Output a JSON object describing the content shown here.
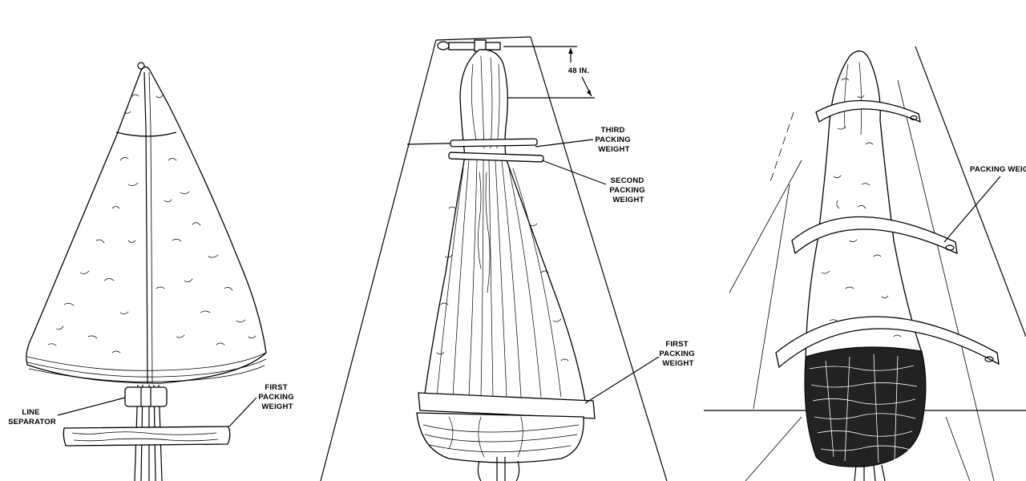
{
  "figure_1": {
    "label_line_separator": [
      "LINE",
      "SEPARATOR"
    ],
    "label_first_weight": [
      "FIRST",
      "PACKING",
      "WEIGHT"
    ]
  },
  "figure_2": {
    "dimension": "48 IN.",
    "label_third_weight": [
      "THIRD",
      "PACKING",
      "WEIGHT"
    ],
    "label_second_weight": [
      "SECOND",
      "PACKING",
      "WEIGHT"
    ],
    "label_first_weight": [
      "FIRST",
      "PACKING",
      "WEIGHT"
    ]
  },
  "figure_3": {
    "label_packing_weight": "PACKING WEIG"
  }
}
